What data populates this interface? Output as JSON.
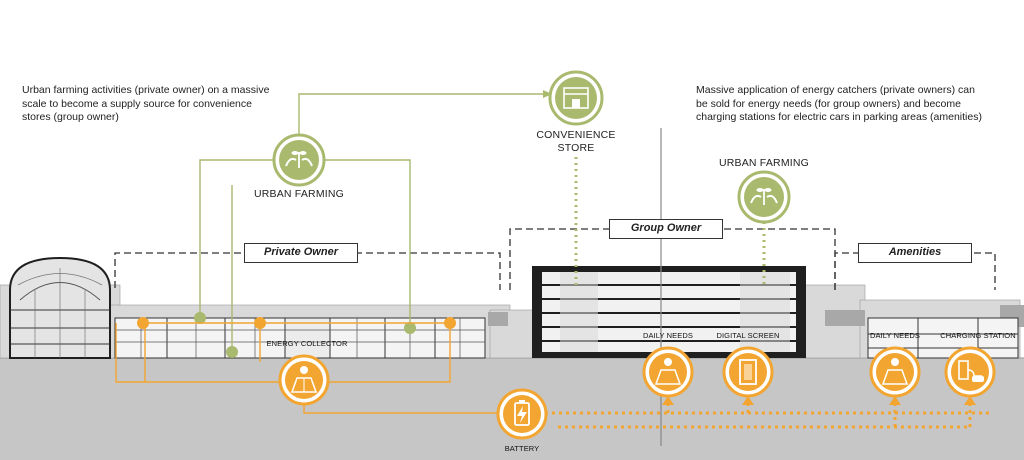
{
  "notes": {
    "left": "Urban farming activities (private owner) on a massive scale to become a supply source for convenience stores (group owner)",
    "right": "Massive application of energy catchers (private owners) can be sold for energy needs (for group owners) and become charging stations for electric cars in parking areas (amenities)"
  },
  "labels": {
    "urban_farming_left": "URBAN FARMING",
    "urban_farming_right": "URBAN FARMING",
    "convenience_store": "CONVENIENCE STORE",
    "energy_collector": "ENERGY COLLECTOR",
    "battery": "BATTERY",
    "daily_needs_group": "DAILY NEEDS",
    "digital_screen": "DIGITAL SCREEN",
    "daily_needs_amenities": "DAILY NEEDS",
    "charging_station": "CHARGING STATION"
  },
  "zones": {
    "private_owner": "Private Owner",
    "group_owner": "Group Owner",
    "amenities": "Amenities"
  },
  "colors": {
    "energy": "#f2a531",
    "farming": "#a9b96e",
    "ground": "#c8c8c8",
    "building_dark": "#1f1f1f"
  },
  "icons": {
    "urban_farming": "hands-plant-icon",
    "convenience_store": "store-icon",
    "energy_collector": "solar-panel-icon",
    "battery": "battery-icon",
    "daily_needs": "solar-panel-icon",
    "digital_screen": "screen-door-icon",
    "charging_station": "ev-charger-icon"
  }
}
